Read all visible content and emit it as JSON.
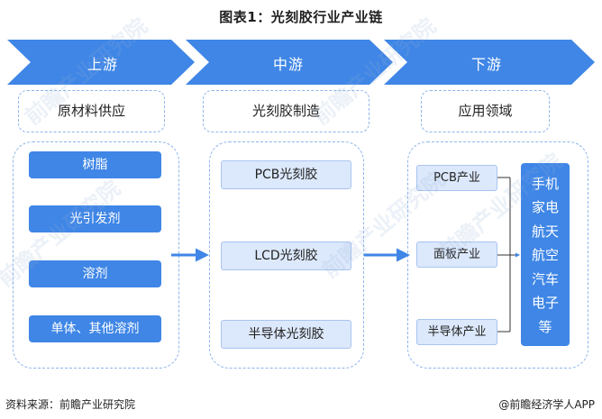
{
  "title": "图表1：光刻胶行业产业链",
  "stages": [
    "上游",
    "中游",
    "下游"
  ],
  "sections": [
    "原材料供应",
    "光刻胶制造",
    "应用领域"
  ],
  "upstream_items": [
    "树脂",
    "光引发剂",
    "溶剂",
    "单体、其他溶剂"
  ],
  "midstream_items": [
    "PCB光刻胶",
    "LCD光刻胶",
    "半导体光刻胶"
  ],
  "downstream_items": [
    "PCB产业",
    "面板产业",
    "半导体产业"
  ],
  "applications": [
    "手机",
    "家电",
    "航天",
    "航空",
    "汽车",
    "电子",
    "等"
  ],
  "footer": {
    "source": "资料来源：前瞻产业研究院",
    "brand": "@前瞻经济学人APP"
  },
  "watermark": "前瞻产业研究院",
  "colors": {
    "chevron": "#3f86e6",
    "dashed_border": "#8fb4ec",
    "light_fill": "#dce8fb",
    "arrow": "#3f86e6"
  }
}
